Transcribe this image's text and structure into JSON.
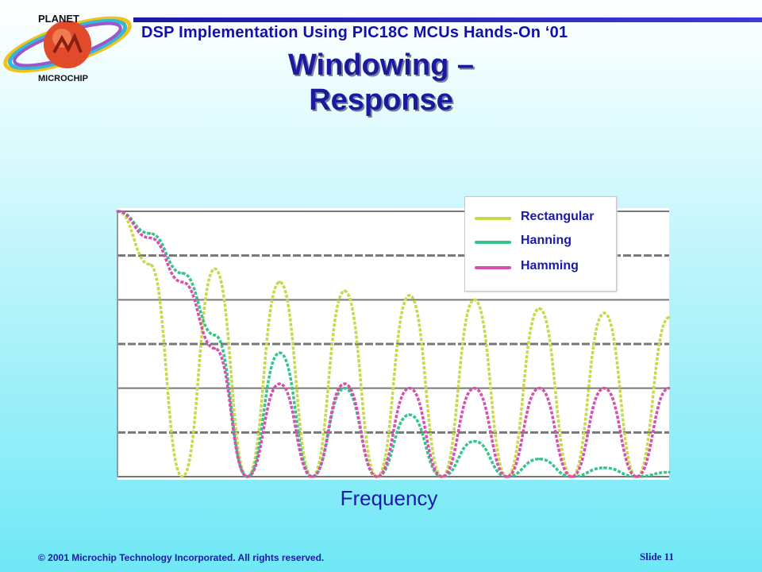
{
  "header": {
    "title": "DSP Implementation Using PIC18C MCUs Hands-On  ‘01",
    "logo_letters_top": "PLANET",
    "logo_letters_bottom": "MICROCHIP"
  },
  "slide": {
    "title_line1": "Windowing –",
    "title_line2": "Response"
  },
  "chart_data": {
    "type": "line",
    "xlabel": "Frequency",
    "ylabel": "",
    "title": "",
    "grid": true,
    "legend_placement": "top-right",
    "x": [
      0,
      0.5,
      1,
      1.5,
      2,
      2.5,
      3,
      3.5,
      4,
      4.5,
      5,
      5.5,
      6,
      6.5,
      7,
      7.5,
      8,
      8.5
    ],
    "ylim": [
      0,
      6
    ],
    "series": [
      {
        "name": "Rectangular",
        "color": "#c8d848",
        "values": [
          6,
          4.8,
          0,
          4.7,
          0,
          4.4,
          0,
          4.2,
          0,
          4.1,
          0,
          4.0,
          0,
          3.8,
          0,
          3.7,
          0,
          3.6
        ]
      },
      {
        "name": "Hanning",
        "color": "#33c58a",
        "values": [
          6,
          5.5,
          4.6,
          3.2,
          0,
          2.8,
          0,
          2.0,
          0,
          1.4,
          0,
          0.8,
          0,
          0.4,
          0,
          0.2,
          0,
          0.1
        ]
      },
      {
        "name": "Hamming",
        "color": "#d84fae",
        "values": [
          6,
          5.4,
          4.4,
          2.9,
          0,
          2.1,
          0,
          2.1,
          0,
          2.0,
          0,
          2.0,
          0,
          2.0,
          0,
          2.0,
          0,
          2.0
        ]
      }
    ]
  },
  "footer": {
    "copyright": "© 2001 Microchip Technology Incorporated. All rights reserved.",
    "slide_number": "Slide 11"
  },
  "colors": {
    "title_blue": "#1a1a9e",
    "bar_blue": "#2222b8"
  }
}
